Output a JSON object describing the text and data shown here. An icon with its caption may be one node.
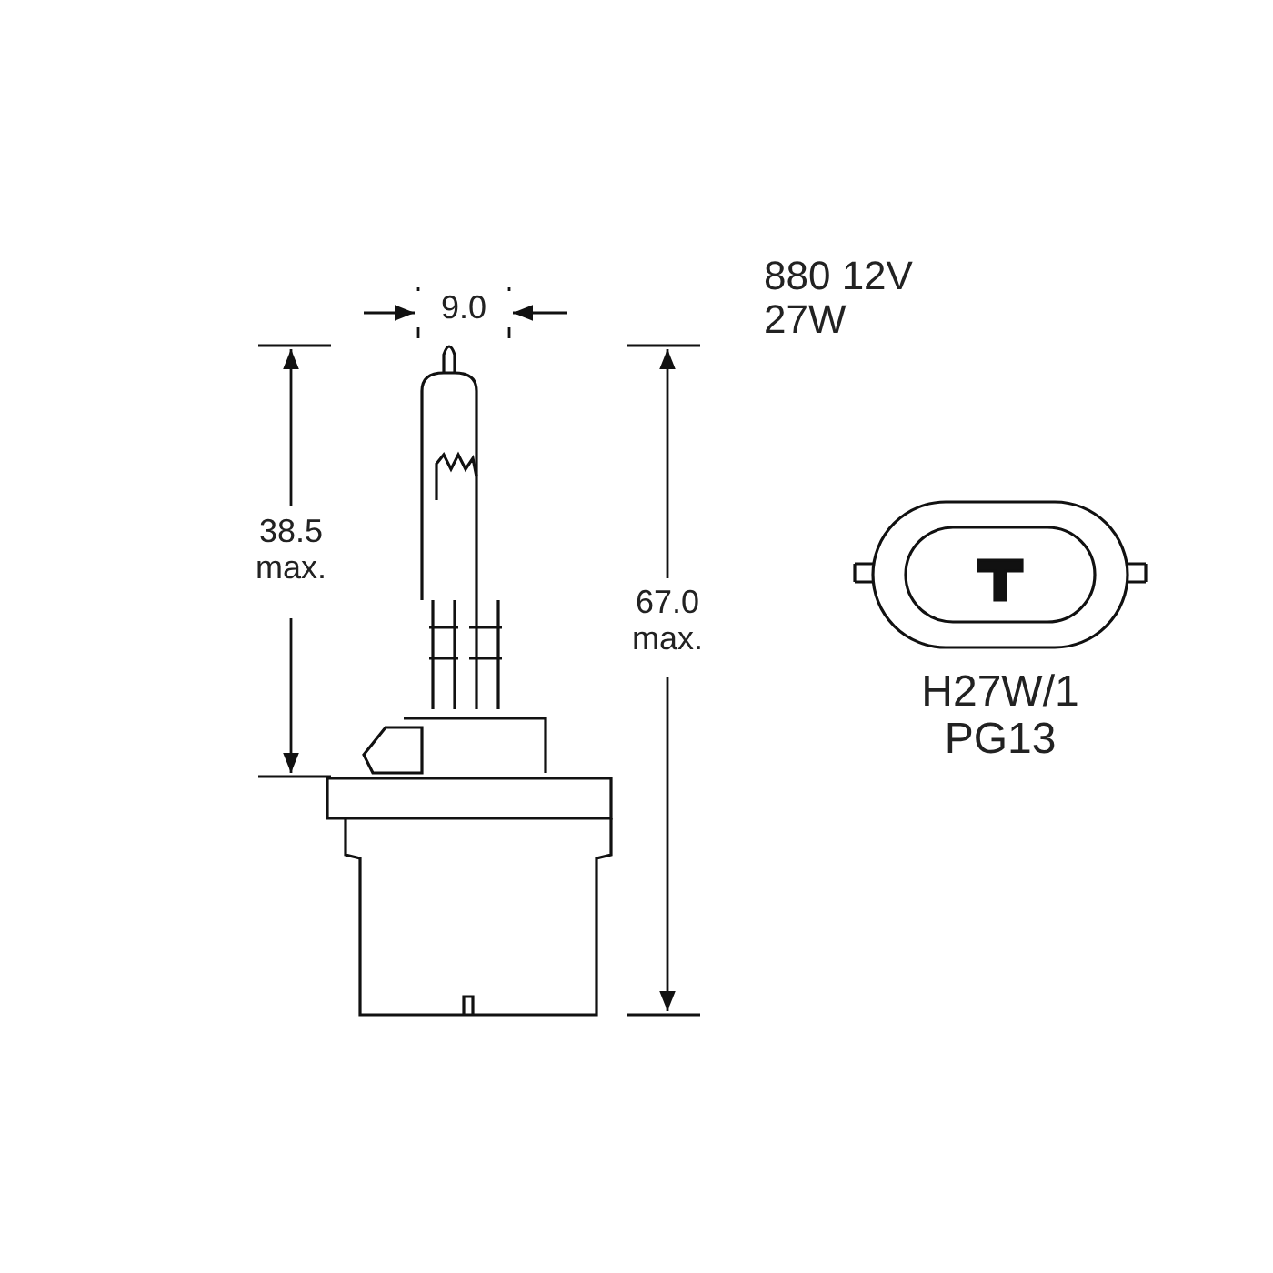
{
  "diagram": {
    "labels": [
      "9.0",
      "880 12V 27W",
      "38.5 max.",
      "67.0 max.",
      "H27W/1 PG13"
    ]
  }
}
